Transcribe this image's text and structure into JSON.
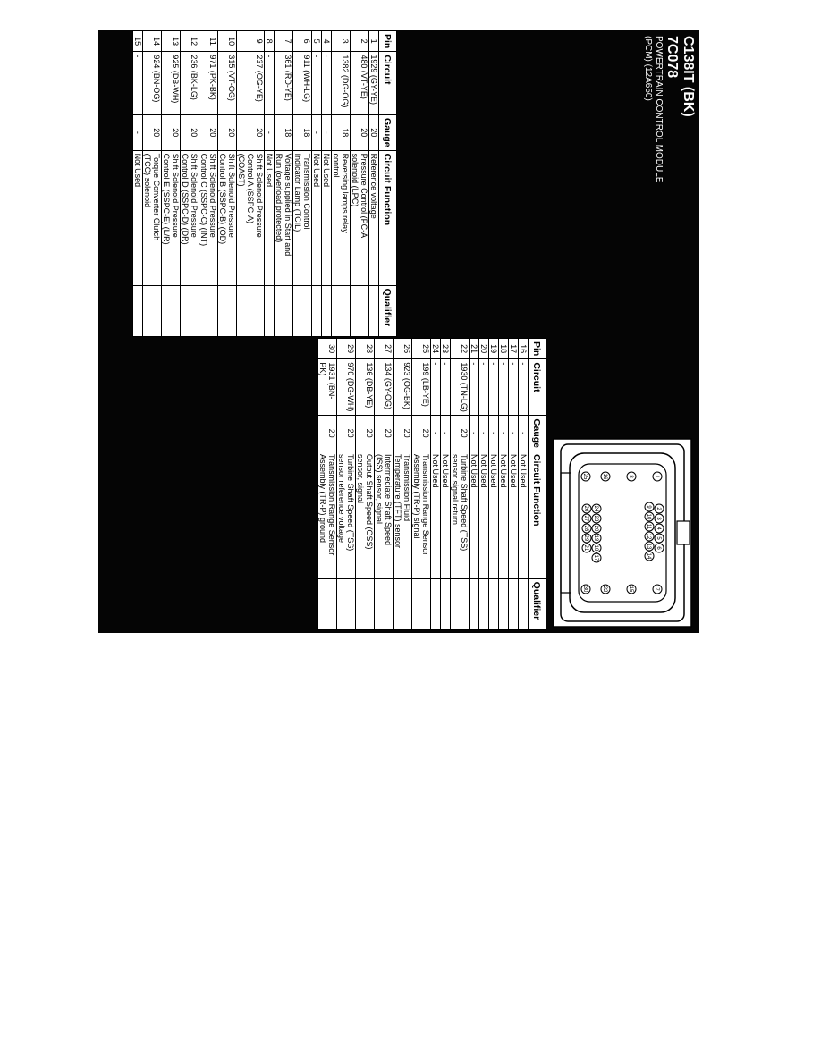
{
  "header": {
    "connector_id": "C138IT (BK)",
    "part_number": "7C078",
    "module_name": "POWERTRAIN CONTROL MODULE",
    "module_code": "(PCM) (12A650)"
  },
  "columns": [
    "Pin",
    "Circuit",
    "Gauge",
    "Circuit Function",
    "Qualifier"
  ],
  "left_table": [
    {
      "pin": "1",
      "circuit": "1929 (GY-YE)",
      "gauge": "20",
      "function": "Reference voltage",
      "qualifier": ""
    },
    {
      "pin": "2",
      "circuit": "480 (VT-YE)",
      "gauge": "20",
      "function": "Pressure Control (PC-A\nsolenoid (LPC)",
      "qualifier": ""
    },
    {
      "pin": "3",
      "circuit": "1382 (DG-OG)",
      "gauge": "18",
      "function": "Reversing lamps relay\ncontrol",
      "qualifier": ""
    },
    {
      "pin": "4",
      "circuit": "-",
      "gauge": "-",
      "function": "Not Used",
      "qualifier": ""
    },
    {
      "pin": "5",
      "circuit": "-",
      "gauge": "-",
      "function": "Not Used",
      "qualifier": ""
    },
    {
      "pin": "6",
      "circuit": "911 (WH-LG)",
      "gauge": "18",
      "function": "Transmission Control\nIndicator Lamp (TCIL)",
      "qualifier": ""
    },
    {
      "pin": "7",
      "circuit": "361 (RD-YE)",
      "gauge": "18",
      "function": "Voltage supplied in Start and\nRun (overload protected)",
      "qualifier": ""
    },
    {
      "pin": "8",
      "circuit": "-",
      "gauge": "-",
      "function": "Not Used",
      "qualifier": ""
    },
    {
      "pin": "9",
      "circuit": "237 (OG-YE)",
      "gauge": "20",
      "function": "Shift Solenoid Pressure\nControl A (SSPC-A)\n(COAST)",
      "qualifier": ""
    },
    {
      "pin": "10",
      "circuit": "315 (VT-OG)",
      "gauge": "20",
      "function": "Shift Solenoid Pressure\nControl B (SSPC-B) (OD)",
      "qualifier": ""
    },
    {
      "pin": "11",
      "circuit": "971 (PK-BK)",
      "gauge": "20",
      "function": "Shift Solenoid Pressure\nControl C (SSPC-C) (INT)",
      "qualifier": ""
    },
    {
      "pin": "12",
      "circuit": "236 (BK-LG)",
      "gauge": "20",
      "function": "Shift Solenoid Pressure\nControl D (SSPC-D) (DR)",
      "qualifier": ""
    },
    {
      "pin": "13",
      "circuit": "925 (DB-WH)",
      "gauge": "20",
      "function": "Shift Solenoid Pressure\nControl E (SSPC-E) (L/R)",
      "qualifier": ""
    },
    {
      "pin": "14",
      "circuit": "924 (BN-OG)",
      "gauge": "20",
      "function": "Torque Converter Clutch\n(TCC) solenoid",
      "qualifier": ""
    },
    {
      "pin": "15",
      "circuit": "-",
      "gauge": "-",
      "function": "Not Used",
      "qualifier": ""
    }
  ],
  "right_table": [
    {
      "pin": "16",
      "circuit": "-",
      "gauge": "-",
      "function": "Not Used",
      "qualifier": ""
    },
    {
      "pin": "17",
      "circuit": "-",
      "gauge": "-",
      "function": "Not Used",
      "qualifier": ""
    },
    {
      "pin": "18",
      "circuit": "-",
      "gauge": "-",
      "function": "Not Used",
      "qualifier": ""
    },
    {
      "pin": "19",
      "circuit": "-",
      "gauge": "-",
      "function": "Not Used",
      "qualifier": ""
    },
    {
      "pin": "20",
      "circuit": "-",
      "gauge": "-",
      "function": "Not Used",
      "qualifier": ""
    },
    {
      "pin": "21",
      "circuit": "-",
      "gauge": "-",
      "function": "Not Used",
      "qualifier": ""
    },
    {
      "pin": "22",
      "circuit": "1930 (TN-LG)",
      "gauge": "20",
      "function": "Turbine Shaft Speed (TSS)\nsensor signal return",
      "qualifier": ""
    },
    {
      "pin": "23",
      "circuit": "-",
      "gauge": "-",
      "function": "Not Used",
      "qualifier": ""
    },
    {
      "pin": "24",
      "circuit": "-",
      "gauge": "-",
      "function": "Not Used",
      "qualifier": ""
    },
    {
      "pin": "25",
      "circuit": "199 (LB-YE)",
      "gauge": "20",
      "function": "Transmission Range Sensor\nAssembly (TR-P) signal",
      "qualifier": ""
    },
    {
      "pin": "26",
      "circuit": "923 (OG-BK)",
      "gauge": "20",
      "function": "Transmission Fluid\nTemperature (TFT) sensor",
      "qualifier": ""
    },
    {
      "pin": "27",
      "circuit": "134 (GY-OG)",
      "gauge": "20",
      "function": "Intermediate Shaft Speed\n(ISS) sensor, signal",
      "qualifier": ""
    },
    {
      "pin": "28",
      "circuit": "136 (DB-YE)",
      "gauge": "20",
      "function": "Output Shaft Speed (OSS)\nsensor, signal",
      "qualifier": ""
    },
    {
      "pin": "29",
      "circuit": "970 (DG-WH)",
      "gauge": "20",
      "function": "Turbine Shaft Speed (TSS)\nsensor reference voltage",
      "qualifier": ""
    },
    {
      "pin": "30",
      "circuit": "1931 (BN-PK)",
      "gauge": "20",
      "function": "Transmission Range Sensor\nAssembly (TR-P) ground",
      "qualifier": ""
    }
  ],
  "connector_pins": [
    "1",
    "2",
    "3",
    "4",
    "5",
    "6",
    "7",
    "8",
    "9",
    "10",
    "11",
    "12",
    "13",
    "14",
    "15",
    "16",
    "17",
    "18",
    "19",
    "20",
    "21",
    "22",
    "23",
    "24",
    "25",
    "26",
    "27",
    "28",
    "29",
    "30"
  ]
}
